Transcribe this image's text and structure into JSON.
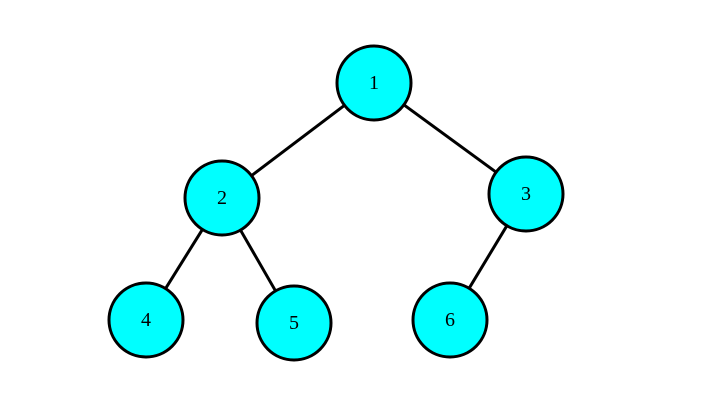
{
  "tree": {
    "nodes": [
      {
        "id": "1",
        "label": "1"
      },
      {
        "id": "2",
        "label": "2"
      },
      {
        "id": "3",
        "label": "3"
      },
      {
        "id": "4",
        "label": "4"
      },
      {
        "id": "5",
        "label": "5"
      },
      {
        "id": "6",
        "label": "6"
      }
    ],
    "edges": [
      {
        "from": "1",
        "to": "2"
      },
      {
        "from": "1",
        "to": "3"
      },
      {
        "from": "2",
        "to": "4"
      },
      {
        "from": "2",
        "to": "5"
      },
      {
        "from": "3",
        "to": "6"
      }
    ],
    "colors": {
      "node_fill": "#00ffff",
      "node_stroke": "#000000",
      "edge": "#000000",
      "label": "#000000"
    }
  }
}
